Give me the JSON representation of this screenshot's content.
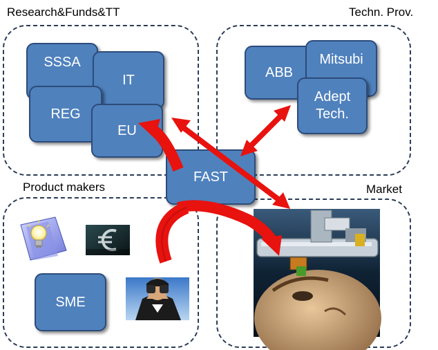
{
  "quadrants": {
    "research": "Research&Funds&TT",
    "tech": "Techn. Prov.",
    "product": "Product makers",
    "market": "Market"
  },
  "boxes": {
    "sssa": "SSSA",
    "it": "IT",
    "reg": "REG",
    "eu": "EU",
    "abb": "ABB",
    "mitsubishi": "Mitsubi",
    "adept_line1": "Adept",
    "adept_line2": "Tech.",
    "fast": "FAST",
    "sme": "SME"
  },
  "icons": {
    "idea": "lightbulb-document-icon",
    "finance": "euro-icon",
    "search": "binoculars-person-icon",
    "robot": "robot-head-image"
  },
  "colors": {
    "box_fill": "#4f81bd",
    "box_border": "#2c4c7a",
    "arrow": "#e8120f",
    "dash": "#2a3b57"
  }
}
